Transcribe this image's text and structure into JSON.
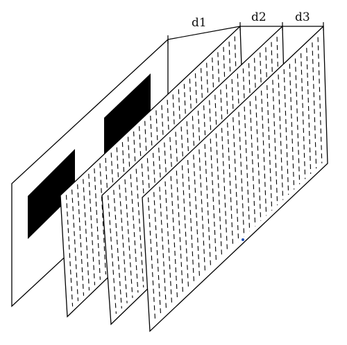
{
  "labels": {
    "d1": "d1",
    "d2": "d2",
    "d3": "d3"
  },
  "colors": {
    "ink": "#000000",
    "background": "#ffffff",
    "dot": "#1f4fb5"
  },
  "layers": [
    {
      "name": "object-plane",
      "kind": "solid",
      "rectangles": 2
    },
    {
      "name": "grating-1",
      "kind": "dashed-lines"
    },
    {
      "name": "grating-2",
      "kind": "dashed-lines"
    },
    {
      "name": "grating-3",
      "kind": "dashed-lines"
    }
  ]
}
